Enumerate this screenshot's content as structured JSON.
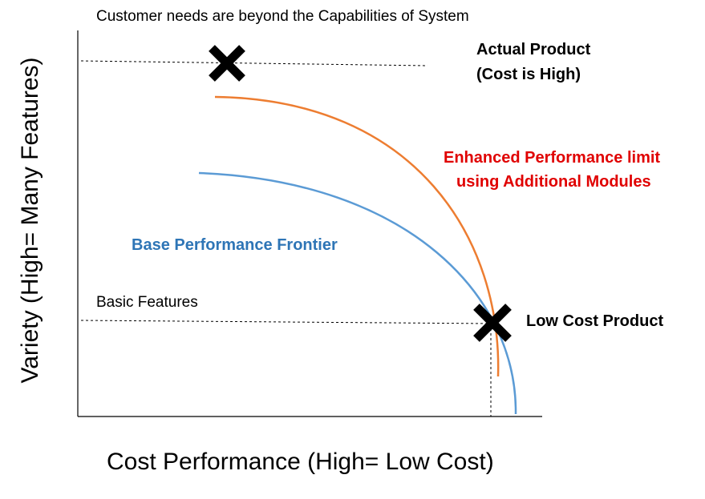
{
  "diagram": {
    "title_note": "Customer needs are beyond the Capabilities of System",
    "x_axis_label": "Cost Performance (High= Low Cost)",
    "y_axis_label": "Variety (High= Many Features)",
    "actual_product": {
      "line1": "Actual Product",
      "line2": "(Cost is High)"
    },
    "enhanced_limit": {
      "line1": "Enhanced Performance limit",
      "line2": "using Additional Modules"
    },
    "base_frontier_label": "Base Performance Frontier",
    "basic_features_label": "Basic Features",
    "low_cost_product_label": "Low Cost Product",
    "colors": {
      "base_frontier": "#5b9bd5",
      "enhanced_limit": "#ed7d31",
      "enhanced_text": "#e00000",
      "base_text": "#2e75b6",
      "markers": "#000000"
    }
  }
}
